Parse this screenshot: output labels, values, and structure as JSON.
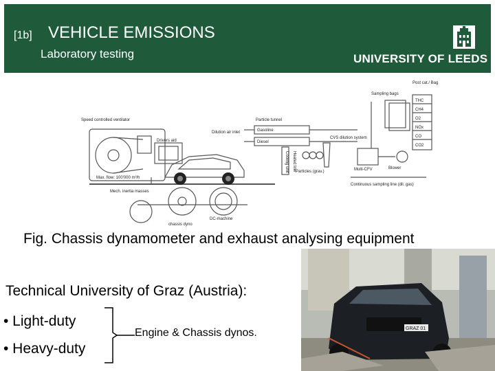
{
  "header": {
    "tag": "[1b]",
    "title": "VEHICLE EMISSIONS",
    "subtitle": "Laboratory testing",
    "university": "UNIVERSITY OF LEEDS"
  },
  "diagram": {
    "labels": {
      "speed_ventilator": "Speed controlled ventilator",
      "max_flow": "Max. flow: 100'000 m³/h",
      "drivers_aid": "Drivers aid",
      "dilution_air": "Dilution air inlet",
      "particle_tunnel": "Particle tunnel",
      "gasoline": "Gasoline",
      "diesel": "Diesel",
      "cooling_unit": "Cooling unit",
      "heated_line": "Heated line",
      "cvs": "CVS dilution system",
      "particles": "Particles (grav.)",
      "multi_cfv": "Multi-CFV",
      "blower": "Blower",
      "continuous_line": "Continuous sampling line (dil. gas)",
      "mech_inertia": "Mech. inertia masses",
      "dc_machine": "DC-machine",
      "chassis_dyno": "chassis dyno",
      "sampling_bags": "Sampling bags",
      "post_cat": "Post cat./ Bag",
      "gases": [
        "THC",
        "CH4",
        "O2",
        "NOx",
        "CO",
        "CO2"
      ]
    }
  },
  "caption": "Fig. Chassis dynamometer and exhaust analysing equipment",
  "body": {
    "institution": "Technical University of Graz (Austria):",
    "bullets": [
      "• Light-duty",
      "• Heavy-duty"
    ],
    "note": "Engine & Chassis dynos."
  },
  "photo": {
    "plate": "GRAZ 01"
  }
}
